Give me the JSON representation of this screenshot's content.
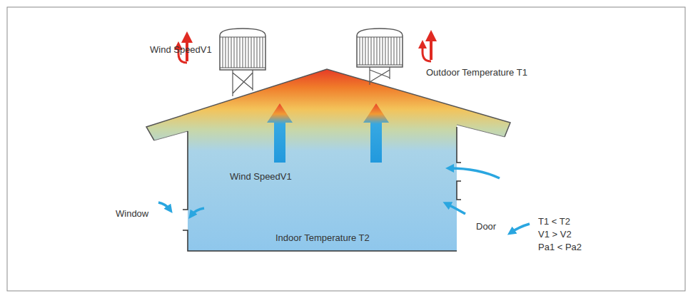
{
  "diagram": {
    "labels": [
      "Wind SpeedV1",
      "Outdoor Temperature T1",
      "Wind SpeedV1",
      "Window",
      "Indoor Temperature T2",
      "Door",
      "T1 < T2",
      "V1 > V2",
      "Pa1 < Pa2"
    ]
  }
}
